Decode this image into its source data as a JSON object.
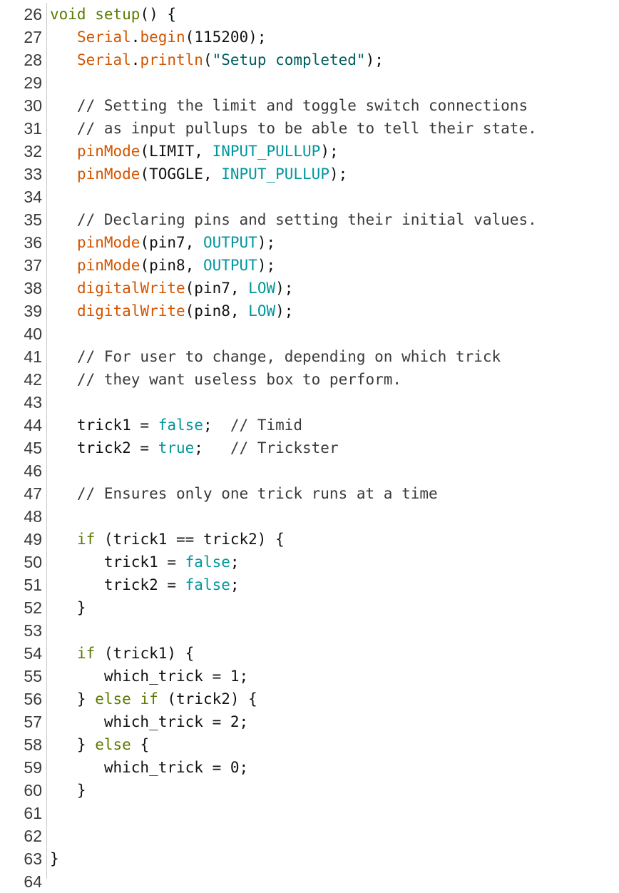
{
  "editor": {
    "colors": {
      "keyword": "#5a7a00",
      "function": "#d35400",
      "constant": "#00979c",
      "string": "#005c5f",
      "comment": "#3a3a3a",
      "text": "#111111"
    },
    "lines": [
      {
        "n": "26",
        "tokens": [
          {
            "t": "void",
            "c": "kw"
          },
          {
            "t": " "
          },
          {
            "t": "setup",
            "c": "kw"
          },
          {
            "t": "() {"
          }
        ]
      },
      {
        "n": "27",
        "tokens": [
          {
            "t": "   "
          },
          {
            "t": "Serial",
            "c": "fn"
          },
          {
            "t": "."
          },
          {
            "t": "begin",
            "c": "fn"
          },
          {
            "t": "(115200);"
          }
        ]
      },
      {
        "n": "28",
        "tokens": [
          {
            "t": "   "
          },
          {
            "t": "Serial",
            "c": "fn"
          },
          {
            "t": "."
          },
          {
            "t": "println",
            "c": "fn"
          },
          {
            "t": "("
          },
          {
            "t": "\"Setup completed\"",
            "c": "str"
          },
          {
            "t": ");"
          }
        ]
      },
      {
        "n": "29",
        "tokens": []
      },
      {
        "n": "30",
        "tokens": [
          {
            "t": "   // Setting the limit and toggle switch connections",
            "c": "cmt"
          }
        ]
      },
      {
        "n": "31",
        "tokens": [
          {
            "t": "   // as input pullups to be able to tell their state.",
            "c": "cmt"
          }
        ]
      },
      {
        "n": "32",
        "tokens": [
          {
            "t": "   "
          },
          {
            "t": "pinMode",
            "c": "fn"
          },
          {
            "t": "(LIMIT, "
          },
          {
            "t": "INPUT_PULLUP",
            "c": "const"
          },
          {
            "t": ");"
          }
        ]
      },
      {
        "n": "33",
        "tokens": [
          {
            "t": "   "
          },
          {
            "t": "pinMode",
            "c": "fn"
          },
          {
            "t": "(TOGGLE, "
          },
          {
            "t": "INPUT_PULLUP",
            "c": "const"
          },
          {
            "t": ");"
          }
        ]
      },
      {
        "n": "34",
        "tokens": []
      },
      {
        "n": "35",
        "tokens": [
          {
            "t": "   // Declaring pins and setting their initial values.",
            "c": "cmt"
          }
        ]
      },
      {
        "n": "36",
        "tokens": [
          {
            "t": "   "
          },
          {
            "t": "pinMode",
            "c": "fn"
          },
          {
            "t": "(pin7, "
          },
          {
            "t": "OUTPUT",
            "c": "const"
          },
          {
            "t": ");"
          }
        ]
      },
      {
        "n": "37",
        "tokens": [
          {
            "t": "   "
          },
          {
            "t": "pinMode",
            "c": "fn"
          },
          {
            "t": "(pin8, "
          },
          {
            "t": "OUTPUT",
            "c": "const"
          },
          {
            "t": ");"
          }
        ]
      },
      {
        "n": "38",
        "tokens": [
          {
            "t": "   "
          },
          {
            "t": "digitalWrite",
            "c": "fn"
          },
          {
            "t": "(pin7, "
          },
          {
            "t": "LOW",
            "c": "const"
          },
          {
            "t": ");"
          }
        ]
      },
      {
        "n": "39",
        "tokens": [
          {
            "t": "   "
          },
          {
            "t": "digitalWrite",
            "c": "fn"
          },
          {
            "t": "(pin8, "
          },
          {
            "t": "LOW",
            "c": "const"
          },
          {
            "t": ");"
          }
        ]
      },
      {
        "n": "40",
        "tokens": []
      },
      {
        "n": "41",
        "tokens": [
          {
            "t": "   // For user to change, depending on which trick",
            "c": "cmt"
          }
        ]
      },
      {
        "n": "42",
        "tokens": [
          {
            "t": "   // they want useless box to perform.",
            "c": "cmt"
          }
        ]
      },
      {
        "n": "43",
        "tokens": []
      },
      {
        "n": "44",
        "tokens": [
          {
            "t": "   trick1 = "
          },
          {
            "t": "false",
            "c": "const"
          },
          {
            "t": ";  "
          },
          {
            "t": "// Timid",
            "c": "cmt"
          }
        ]
      },
      {
        "n": "45",
        "tokens": [
          {
            "t": "   trick2 = "
          },
          {
            "t": "true",
            "c": "const"
          },
          {
            "t": ";   "
          },
          {
            "t": "// Trickster",
            "c": "cmt"
          }
        ]
      },
      {
        "n": "46",
        "tokens": []
      },
      {
        "n": "47",
        "tokens": [
          {
            "t": "   // Ensures only one trick runs at a time",
            "c": "cmt"
          }
        ]
      },
      {
        "n": "48",
        "tokens": []
      },
      {
        "n": "49",
        "tokens": [
          {
            "t": "   "
          },
          {
            "t": "if",
            "c": "kw"
          },
          {
            "t": " (trick1 == trick2) {"
          }
        ]
      },
      {
        "n": "50",
        "tokens": [
          {
            "t": "      trick1 = "
          },
          {
            "t": "false",
            "c": "const"
          },
          {
            "t": ";"
          }
        ]
      },
      {
        "n": "51",
        "tokens": [
          {
            "t": "      trick2 = "
          },
          {
            "t": "false",
            "c": "const"
          },
          {
            "t": ";"
          }
        ]
      },
      {
        "n": "52",
        "tokens": [
          {
            "t": "   }"
          }
        ]
      },
      {
        "n": "53",
        "tokens": []
      },
      {
        "n": "54",
        "tokens": [
          {
            "t": "   "
          },
          {
            "t": "if",
            "c": "kw"
          },
          {
            "t": " (trick1) {"
          }
        ]
      },
      {
        "n": "55",
        "tokens": [
          {
            "t": "      which_trick = 1;"
          }
        ]
      },
      {
        "n": "56",
        "tokens": [
          {
            "t": "   } "
          },
          {
            "t": "else",
            "c": "kw"
          },
          {
            "t": " "
          },
          {
            "t": "if",
            "c": "kw"
          },
          {
            "t": " (trick2) {"
          }
        ]
      },
      {
        "n": "57",
        "tokens": [
          {
            "t": "      which_trick = 2;"
          }
        ]
      },
      {
        "n": "58",
        "tokens": [
          {
            "t": "   } "
          },
          {
            "t": "else",
            "c": "kw"
          },
          {
            "t": " {"
          }
        ]
      },
      {
        "n": "59",
        "tokens": [
          {
            "t": "      which_trick = 0;"
          }
        ]
      },
      {
        "n": "60",
        "tokens": [
          {
            "t": "   }"
          }
        ]
      },
      {
        "n": "61",
        "tokens": []
      },
      {
        "n": "62",
        "tokens": []
      },
      {
        "n": "63",
        "tokens": [
          {
            "t": "}"
          }
        ]
      },
      {
        "n": "64",
        "tokens": []
      }
    ]
  }
}
